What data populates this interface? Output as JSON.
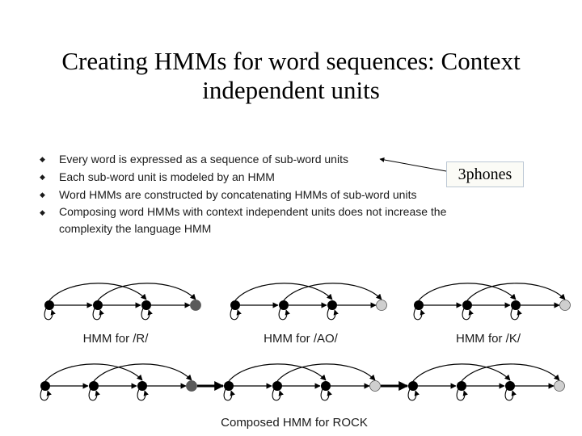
{
  "title": "Creating HMMs for word sequences: Context independent units",
  "bullets": [
    "Every word is expressed as a sequence of sub-word units",
    "Each sub-word unit is modeled by an HMM",
    "Word HMMs are constructed by concatenating HMMs of sub-word units",
    "Composing word HMMs with context independent units does not increase the complexity the language HMM"
  ],
  "callout": "3phones",
  "captions": {
    "r": "HMM for /R/",
    "ao": "HMM for /AO/",
    "k": "HMM for /K/",
    "composed": "Composed HMM for ROCK"
  },
  "colors": {
    "emitting_state": "#000000",
    "exit_state_r": "#5a5a5a",
    "exit_state_light": "#cfcfcf"
  }
}
